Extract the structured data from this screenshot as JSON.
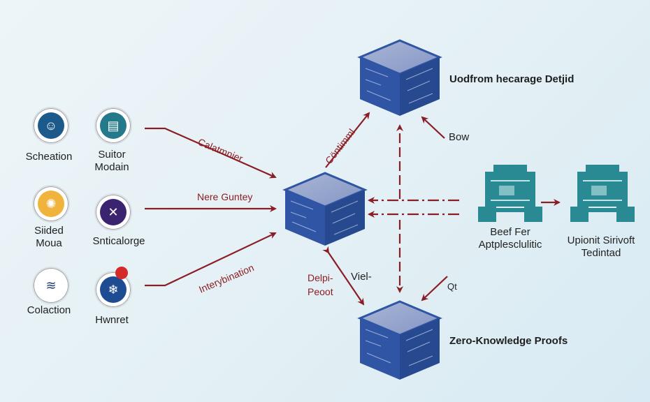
{
  "colors": {
    "arrow": "#8b1e24",
    "cube": "#2f55a4",
    "server": "#2a8a93",
    "text": "#1e1e1e"
  },
  "left_icons": [
    {
      "label": "Scheation",
      "icon": "face-icon",
      "color": "#1d5a8c"
    },
    {
      "label": "Suitor\nModain",
      "icon": "book-icon",
      "color": "#247a8a"
    },
    {
      "label": "Siided\nMoua",
      "icon": "sun-icon",
      "color": "#f0b43c"
    },
    {
      "label": "Snticalorge",
      "icon": "hammer-icon",
      "color": "#3a2470"
    },
    {
      "label": "Colaction",
      "icon": "wave-icon",
      "color": "#1d3c6e"
    },
    {
      "label": "Hwnret",
      "icon": "snowflake-icon",
      "color": "#1d4c92",
      "badge": "#d42a2a"
    }
  ],
  "arrow_labels": {
    "top_left": "Calatmnier",
    "middle_left": "Nere Guntey",
    "bottom_left": "Interybination",
    "up_diag": "Cöntimml",
    "bow": "Bow",
    "delpi": "Delpi-\nPeoot",
    "viel": "Viel-",
    "qt": "Qt"
  },
  "nodes": {
    "top_cube_label": "Uodfrom hecarage Detjid",
    "bottom_cube_label": "Zero-Knowledge Proofs",
    "server_left_label": "Beef Fer\nAptplesclulitic",
    "server_right_label": "Upionit Sirivoft\nTedintad"
  }
}
